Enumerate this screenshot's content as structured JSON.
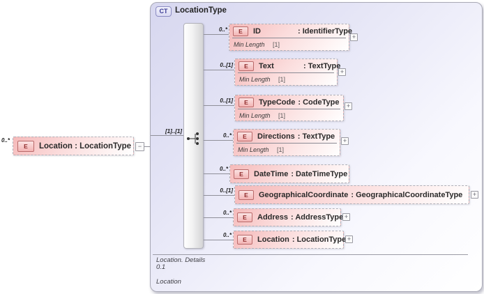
{
  "badges": {
    "element": "E",
    "complex_type": "CT"
  },
  "icons": {
    "expand": "+",
    "collapse": "−",
    "group": "sequence-icon"
  },
  "root": {
    "cardinality": "0..*",
    "label": "Location : LocationType"
  },
  "container": {
    "title": "LocationType",
    "connector_cardinality": "[1]..[1]",
    "footer": {
      "line1": "Location. Details",
      "line2": "0.1",
      "line3": "Location"
    }
  },
  "children": [
    {
      "cardinality": "0..*",
      "name": "ID",
      "type": ": IdentifierType",
      "facet": {
        "name": "Min Length",
        "value": "[1]"
      }
    },
    {
      "cardinality": "0..[1]",
      "name": "Text",
      "type": ": TextType",
      "facet": {
        "name": "Min Length",
        "value": "[1]"
      }
    },
    {
      "cardinality": "0..[1]",
      "name": "TypeCode",
      "type": ": CodeType",
      "facet": {
        "name": "Min Length",
        "value": "[1]"
      }
    },
    {
      "cardinality": "0..*",
      "name": "Directions",
      "type": ": TextType",
      "facet": {
        "name": "Min Length",
        "value": "[1]"
      }
    },
    {
      "cardinality": "0..*",
      "name": "DateTime",
      "type": ": DateTimeType"
    },
    {
      "cardinality": "0..[1]",
      "name": "GeographicalCoordinate",
      "type": ": GeographicalCoordinateType"
    },
    {
      "cardinality": "0..*",
      "name": "Address",
      "type": ": AddressType"
    },
    {
      "cardinality": "0..*",
      "name": "Location",
      "type": ": LocationType"
    }
  ],
  "colors": {
    "container_border": "#a9a9b6",
    "container_fill": "#d7d7ef",
    "element_fill": "#f5b9b9",
    "element_badge_border": "#b96a6a",
    "ct_badge_border": "#8c8cc2",
    "connector_line": "#8f8f99"
  }
}
